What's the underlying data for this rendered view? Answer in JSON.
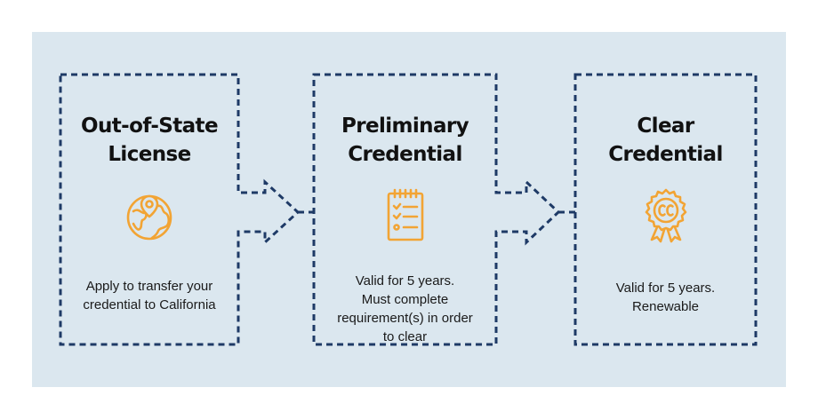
{
  "colors": {
    "background": "#ffffff",
    "panel": "#dbe7ef",
    "dash": "#1e3a66",
    "icon": "#f2a434",
    "title": "#111111",
    "text": "#1a1a1a"
  },
  "stages": [
    {
      "title": "Out-of-State\nLicense",
      "icon": "globe-with-location-pin-icon",
      "description": [
        "Apply to transfer your",
        "credential to California"
      ]
    },
    {
      "title": "Preliminary\nCredential",
      "icon": "clipboard-checklist-icon",
      "description": [
        "Valid for 5 years.",
        "Must complete",
        "requirement(s) in order",
        "to clear"
      ]
    },
    {
      "title": "Clear\nCredential",
      "icon": "award-ribbon-cc-icon",
      "description": [
        "Valid for 5 years.",
        "Renewable"
      ]
    }
  ],
  "arrows": [
    {
      "from": "Out-of-State License",
      "to": "Preliminary Credential"
    },
    {
      "from": "Preliminary Credential",
      "to": "Clear Credential"
    }
  ]
}
